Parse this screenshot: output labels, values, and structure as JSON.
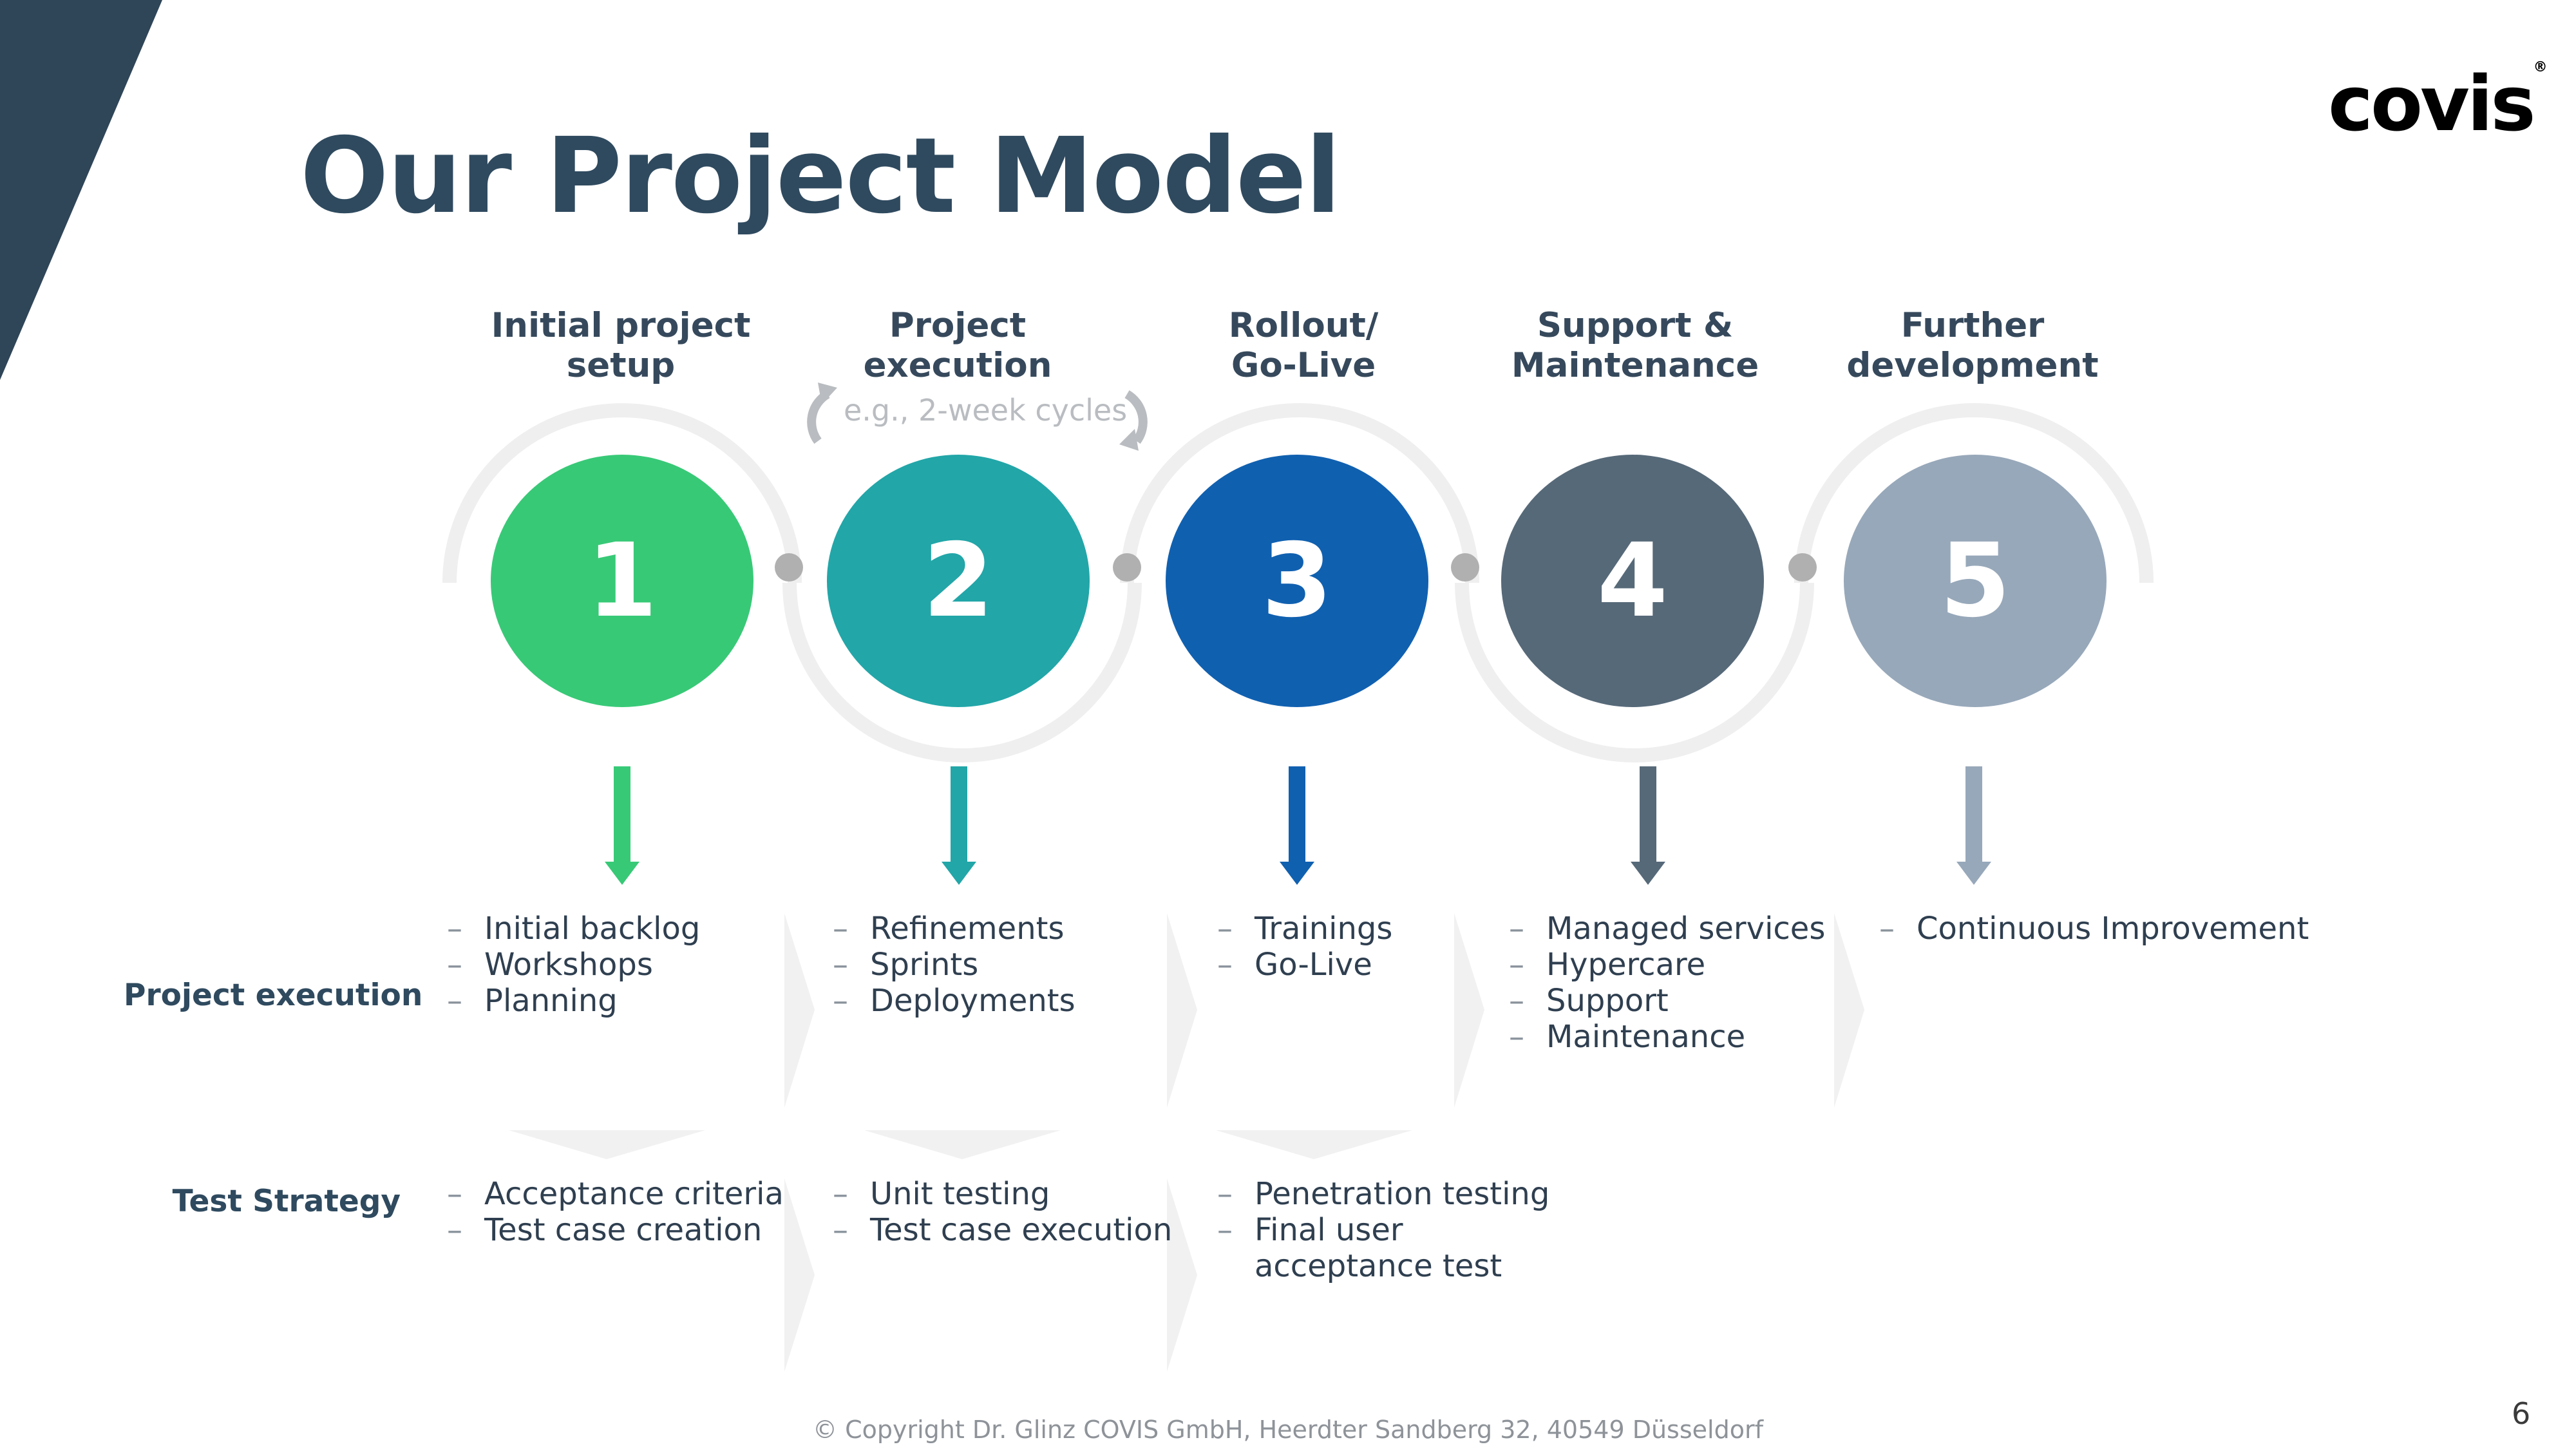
{
  "title": "Our Project Model",
  "logo": {
    "text": "covis",
    "registered": "®"
  },
  "cycle_note": "e.g., 2-week cycles",
  "phases": [
    {
      "number": "1",
      "label": "Initial project\nsetup",
      "color": "#38c977"
    },
    {
      "number": "2",
      "label": "Project\nexecution",
      "color": "#22a6a8"
    },
    {
      "number": "3",
      "label": "Rollout/\nGo-Live",
      "color": "#1060b0"
    },
    {
      "number": "4",
      "label": "Support &\nMaintenance",
      "color": "#566979"
    },
    {
      "number": "5",
      "label": "Further\ndevelopment",
      "color": "#97a8ba"
    }
  ],
  "rows": {
    "execution": {
      "label": "Project execution",
      "columns": [
        [
          "Initial backlog",
          "Workshops",
          "Planning"
        ],
        [
          "Refinements",
          "Sprints",
          "Deployments"
        ],
        [
          "Trainings",
          "Go-Live"
        ],
        [
          "Managed services",
          "Hypercare",
          "Support",
          "Maintenance"
        ],
        [
          "Continuous Improvement"
        ]
      ]
    },
    "test": {
      "label": "Test Strategy",
      "columns": [
        [
          "Acceptance criteria",
          "Test case creation"
        ],
        [
          "Unit testing",
          "Test case execution"
        ],
        [
          "Penetration testing",
          "Final user\nacceptance test"
        ]
      ]
    }
  },
  "footer": "© Copyright Dr. Glinz COVIS GmbH, Heerdter Sandberg 32, 40549 Düsseldorf",
  "page_number": "6"
}
